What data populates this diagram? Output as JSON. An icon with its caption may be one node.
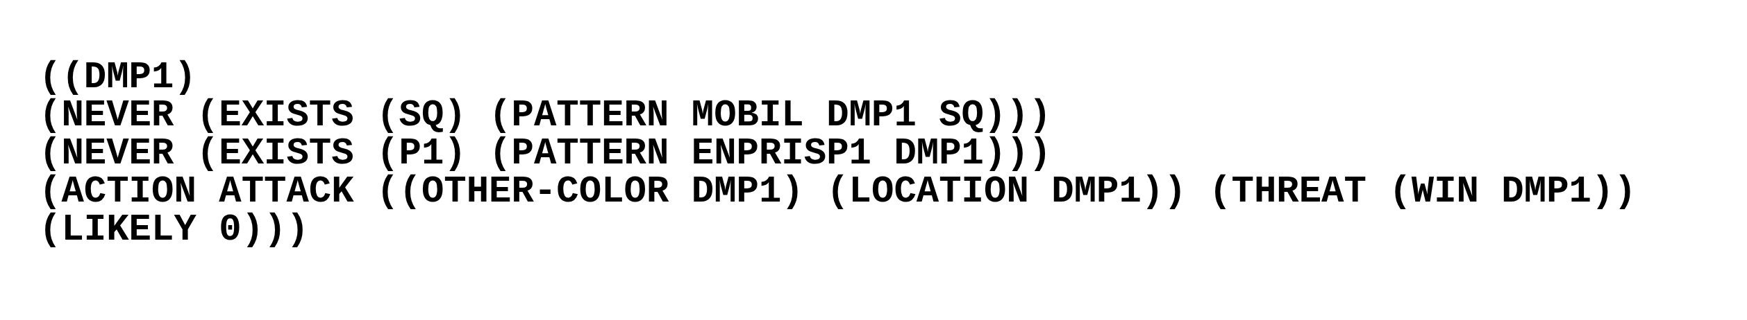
{
  "diagram": {
    "labels": [
      "((DMP1)",
      "(NEVER (EXISTS (SQ) (PATTERN MOBIL DMP1 SQ)))",
      "(NEVER (EXISTS (P1) (PATTERN ENPRISP1 DMP1)))",
      "(ACTION ATTACK ((OTHER-COLOR DMP1) (LOCATION DMP1)) (THREAT (WIN DMP1))",
      "(LIKELY 0)))"
    ]
  }
}
